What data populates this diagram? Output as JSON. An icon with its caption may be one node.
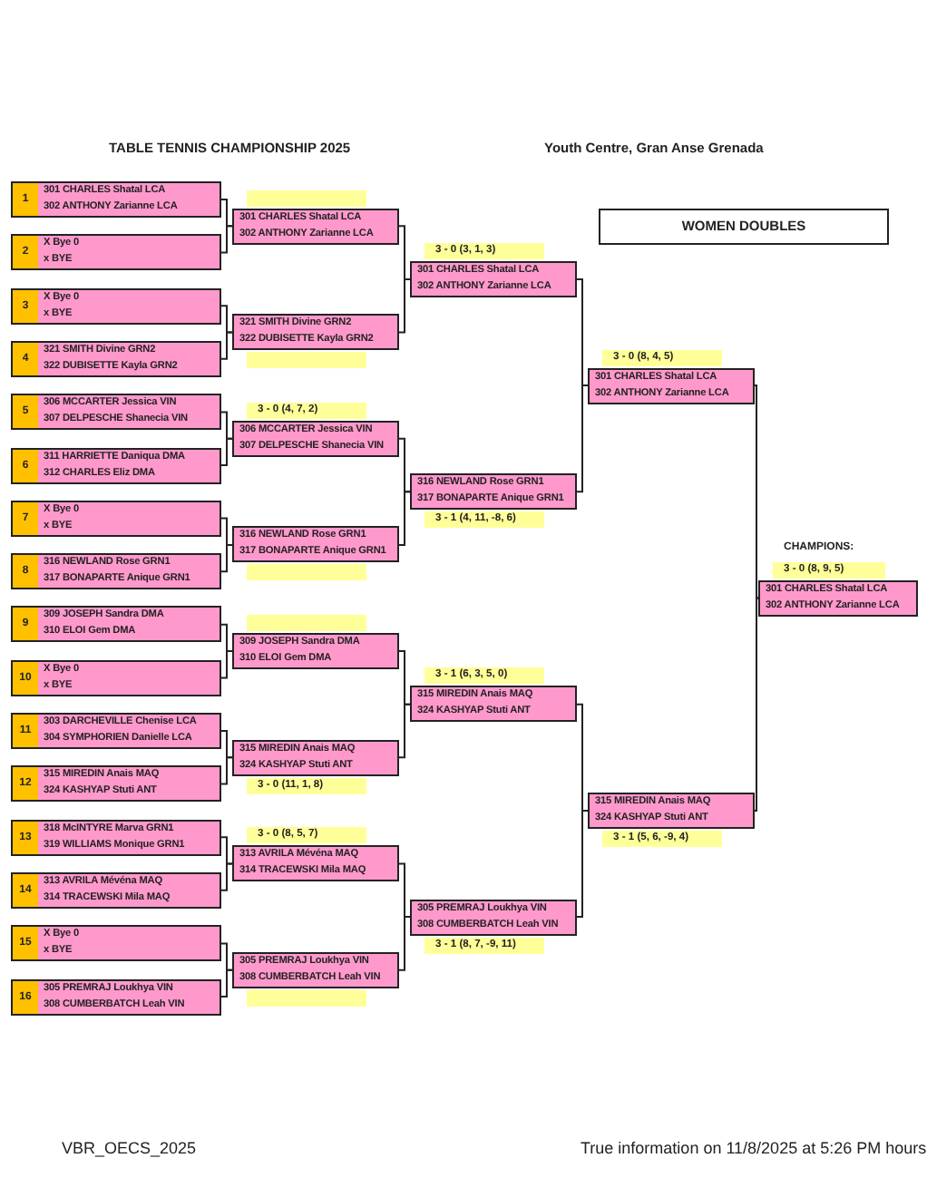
{
  "diagram": {
    "title": "TABLE TENNIS CHAMPIONSHIP 2025",
    "nodes": [
      {
        "text": [
          "WOMEN DOUBLES"
        ]
      },
      {
        "text": [
          "1",
          "301 CHARLES Shatal LCA",
          "302 ANTHONY Zarianne LCA"
        ]
      },
      {
        "text": [
          "2",
          "X Bye 0",
          "x BYE"
        ]
      },
      {
        "text": [
          "3",
          "X Bye 0",
          "x BYE"
        ]
      },
      {
        "text": [
          "4",
          "321 SMITH Divine GRN2",
          "322 DUBISETTE Kayla GRN2"
        ]
      },
      {
        "text": [
          "5",
          "306 MCCARTER Jessica VIN",
          "307 DELPESCHE Shanecia VIN"
        ]
      },
      {
        "text": [
          "6",
          "311 HARRIETTE Daniqua DMA",
          "312 CHARLES Eliz DMA"
        ]
      },
      {
        "text": [
          "7",
          "X Bye 0",
          "x BYE"
        ]
      },
      {
        "text": [
          "8",
          "316 NEWLAND Rose GRN1",
          "317 BONAPARTE Anique GRN1"
        ]
      },
      {
        "text": [
          "9",
          "309 JOSEPH Sandra DMA",
          "310 ELOI Gem DMA"
        ]
      },
      {
        "text": [
          "10",
          "X Bye 0",
          "x BYE"
        ]
      },
      {
        "text": [
          "11",
          "303 DARCHEVILLE Chenise LCA",
          "304 SYMPHORIEN Danielle LCA"
        ]
      },
      {
        "text": [
          "12",
          "315 MIREDIN Anais MAQ",
          "324 KASHYAP Stuti ANT"
        ]
      },
      {
        "text": [
          "13",
          "318 McINTYRE Marva GRN1",
          "319 WILLIAMS Monique GRN1"
        ]
      },
      {
        "text": [
          "14",
          "313 AVRILA Mévéna MAQ",
          "314 TRACEWSKI Mila MAQ"
        ]
      },
      {
        "text": [
          "15",
          "X Bye 0",
          "x BYE"
        ]
      },
      {
        "text": [
          "16",
          "305 PREMRAJ Loukhya VIN",
          "308 CUMBERBATCH Leah VIN"
        ]
      },
      {
        "text": [
          "301 CHARLES Shatal LCA",
          "302 ANTHONY Zarianne LCA"
        ]
      },
      {
        "text": [
          "321 SMITH Divine GRN2",
          "322 DUBISETTE Kayla GRN2"
        ]
      },
      {
        "text": [
          "306 MCCARTER Jessica VIN",
          "307 DELPESCHE Shanecia VIN"
        ],
        "beside": [
          "3 - 0 (4, 7, 2)"
        ]
      },
      {
        "text": [
          "316 NEWLAND Rose GRN1",
          "317 BONAPARTE Anique GRN1"
        ]
      },
      {
        "text": [
          "309 JOSEPH Sandra DMA",
          "310 ELOI Gem DMA"
        ]
      },
      {
        "text": [
          "315 MIREDIN Anais MAQ",
          "324 KASHYAP Stuti ANT"
        ],
        "beside": [
          "3 - 0 (11, 1, 8)"
        ]
      },
      {
        "text": [
          "313 AVRILA Mévéna MAQ",
          "314 TRACEWSKI Mila MAQ"
        ],
        "beside": [
          "3 - 0 (8, 5, 7)"
        ]
      },
      {
        "text": [
          "305 PREMRAJ Loukhya VIN",
          "308 CUMBERBATCH Leah VIN"
        ]
      },
      {
        "text": [
          "301 CHARLES Shatal LCA",
          "302 ANTHONY Zarianne LCA"
        ],
        "beside": [
          "3 - 0 (3, 1, 3)"
        ]
      },
      {
        "text": [
          "316 NEWLAND Rose GRN1",
          "317 BONAPARTE Anique GRN1"
        ],
        "beside": [
          "3 - 1 (4, 11, -8, 6)"
        ]
      },
      {
        "text": [
          "315 MIREDIN Anais MAQ",
          "324 KASHYAP Stuti ANT"
        ],
        "beside": [
          "3 - 1 (6, 3, 5, 0)"
        ]
      },
      {
        "text": [
          "305 PREMRAJ Loukhya VIN",
          "308 CUMBERBATCH Leah VIN"
        ],
        "beside": [
          "3 - 1 (8, 7, -9, 11)"
        ]
      },
      {
        "text": [
          "301 CHARLES Shatal LCA",
          "302 ANTHONY Zarianne LCA"
        ],
        "beside": [
          "3 - 0 (8, 4, 5)"
        ]
      },
      {
        "text": [
          "315 MIREDIN Anais MAQ",
          "324 KASHYAP Stuti ANT"
        ],
        "beside": [
          "3 - 1 (5, 6, -9, 4)"
        ]
      },
      {
        "text": [
          "301 CHARLES Shatal LCA",
          "302 ANTHONY Zarianne LCA"
        ],
        "beside": [
          "CHAMPIONS:",
          "3 - 0 (8, 9, 5)"
        ]
      }
    ],
    "edges": [
      {
        "from": 1,
        "to": 17,
        "arrow": "none"
      },
      {
        "from": 2,
        "to": 17,
        "arrow": "none"
      },
      {
        "from": 3,
        "to": 18,
        "arrow": "none"
      },
      {
        "from": 4,
        "to": 18,
        "arrow": "none"
      },
      {
        "from": 5,
        "to": 19,
        "arrow": "none"
      },
      {
        "from": 6,
        "to": 19,
        "arrow": "none"
      },
      {
        "from": 7,
        "to": 20,
        "arrow": "none"
      },
      {
        "from": 8,
        "to": 20,
        "arrow": "none"
      },
      {
        "from": 9,
        "to": 21,
        "arrow": "none"
      },
      {
        "from": 10,
        "to": 21,
        "arrow": "none"
      },
      {
        "from": 11,
        "to": 22,
        "arrow": "none"
      },
      {
        "from": 12,
        "to": 22,
        "arrow": "none"
      },
      {
        "from": 13,
        "to": 23,
        "arrow": "none"
      },
      {
        "from": 14,
        "to": 23,
        "arrow": "none"
      },
      {
        "from": 15,
        "to": 24,
        "arrow": "none"
      },
      {
        "from": 16,
        "to": 24,
        "arrow": "none"
      },
      {
        "from": 17,
        "to": 25,
        "arrow": "none"
      },
      {
        "from": 18,
        "to": 25,
        "arrow": "none"
      },
      {
        "from": 19,
        "to": 26,
        "arrow": "none"
      },
      {
        "from": 20,
        "to": 26,
        "arrow": "none"
      },
      {
        "from": 21,
        "to": 27,
        "arrow": "none"
      },
      {
        "from": 22,
        "to": 27,
        "arrow": "none"
      },
      {
        "from": 23,
        "to": 28,
        "arrow": "none"
      },
      {
        "from": 24,
        "to": 28,
        "arrow": "none"
      },
      {
        "from": 25,
        "to": 29,
        "arrow": "none"
      },
      {
        "from": 26,
        "to": 29,
        "arrow": "none"
      },
      {
        "from": 27,
        "to": 30,
        "arrow": "none"
      },
      {
        "from": 28,
        "to": 30,
        "arrow": "none"
      },
      {
        "from": 29,
        "to": 31,
        "arrow": "none"
      },
      {
        "from": 30,
        "to": 31,
        "arrow": "none"
      }
    ],
    "labels": [
      "Youth Centre, Gran Anse Grenada",
      "VBR_OECS_2025",
      "True information on 11/8/2025 at 5:26 PM hours"
    ]
  }
}
